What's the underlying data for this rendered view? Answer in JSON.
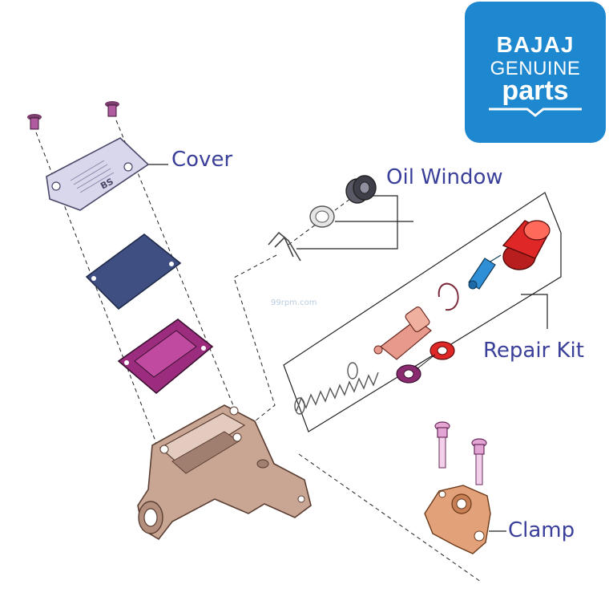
{
  "logo": {
    "brand": "BAJAJ",
    "line1": "GENUINE",
    "line2": "parts",
    "background_color": "#1d87cf"
  },
  "labels": {
    "cover": "Cover",
    "oil_window": "Oil Window",
    "repair_kit": "Repair Kit",
    "clamp": "Clamp"
  },
  "cover_plate_text": "BS",
  "watermark": "99rpm.com",
  "colors": {
    "label": "#3a3f9a",
    "leader_line": "#222222",
    "screw": "#b05aa0",
    "cover": "#d9d7ec",
    "diaphragm_plate": "#3f4f82",
    "rubber_seal": "#9c2d7e",
    "body": "#c9a594",
    "cup": "#e02727",
    "piston_pin": "#2f8fd6",
    "piston": "#e79a8c",
    "clamp": "#e3a17a",
    "bolt": "#e3a6d4"
  }
}
